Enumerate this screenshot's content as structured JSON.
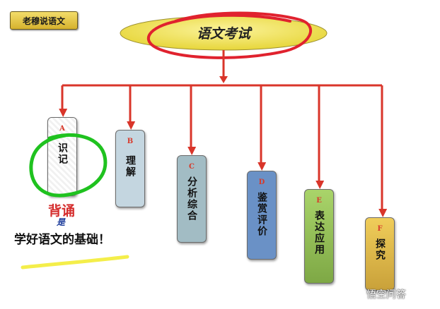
{
  "tag": "老穆说语文",
  "root": "语文考试",
  "nodes": [
    {
      "letter": "A",
      "label": "识记"
    },
    {
      "letter": "B",
      "label": "理解"
    },
    {
      "letter": "C",
      "label": "分析综合"
    },
    {
      "letter": "D",
      "label": "鉴赏评价"
    },
    {
      "letter": "E",
      "label": "表达应用"
    },
    {
      "letter": "F",
      "label": "探究"
    }
  ],
  "annotation": {
    "line1": "背诵",
    "line2": "是",
    "line3": "学好语文的基础！"
  },
  "watermark": "悟空问答",
  "colors": {
    "arrow": "#d9352a",
    "red_scribble": "#e0222e",
    "green_scribble": "#1fc21f",
    "yellow_stroke": "#f4ee4a",
    "root_fill": "#efe24a"
  }
}
